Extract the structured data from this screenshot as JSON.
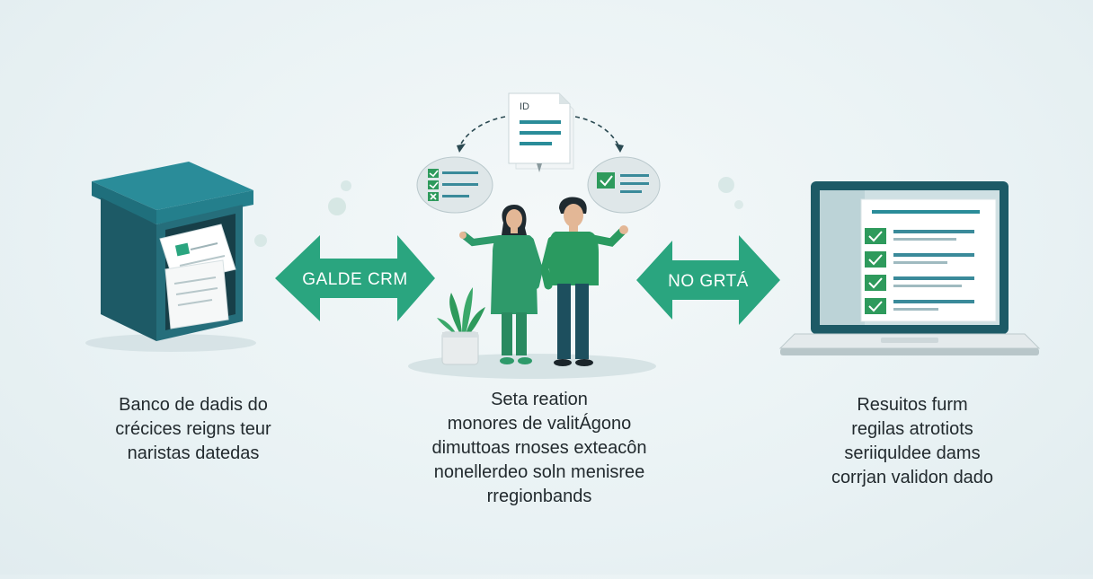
{
  "diagram": {
    "left_arrow_label": "GALDE CRM",
    "right_arrow_label": "NO GRTÁ",
    "document_label": "ID",
    "captions": {
      "left": "Banco de dadis do\ncrécices reigns teur\nnaristas datedas",
      "middle": "Seta reation\nmonores de valitÁgono\ndimuttoas rnoses exteacôn\nnonellerdeo soln menisree\nrregionbands",
      "right": "Resuitos furm\nregilas atrotiots\nseriiquldee dams\ncorrjan validon dado"
    }
  },
  "colors": {
    "teal_dark": "#1d5a66",
    "teal_mid": "#2a8c99",
    "green_accent": "#2aa57f",
    "check_green": "#2e9a5c"
  }
}
